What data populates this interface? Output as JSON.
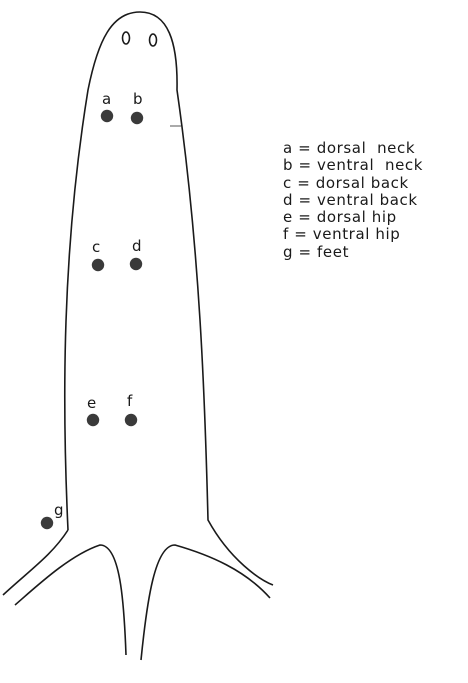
{
  "diagram": {
    "points": [
      {
        "key": "a",
        "label": "a"
      },
      {
        "key": "b",
        "label": "b"
      },
      {
        "key": "c",
        "label": "c"
      },
      {
        "key": "d",
        "label": "d"
      },
      {
        "key": "e",
        "label": "e"
      },
      {
        "key": "f",
        "label": "f"
      },
      {
        "key": "g",
        "label": "g"
      }
    ],
    "legend": [
      "a = dorsal  neck",
      "b = ventral  neck",
      "c = dorsal back",
      "d = ventral back",
      "e = dorsal hip",
      "f = ventral hip",
      "g = feet"
    ],
    "colors": {
      "outline": "#1a1a1a",
      "marker": "#3a3a3a"
    }
  }
}
